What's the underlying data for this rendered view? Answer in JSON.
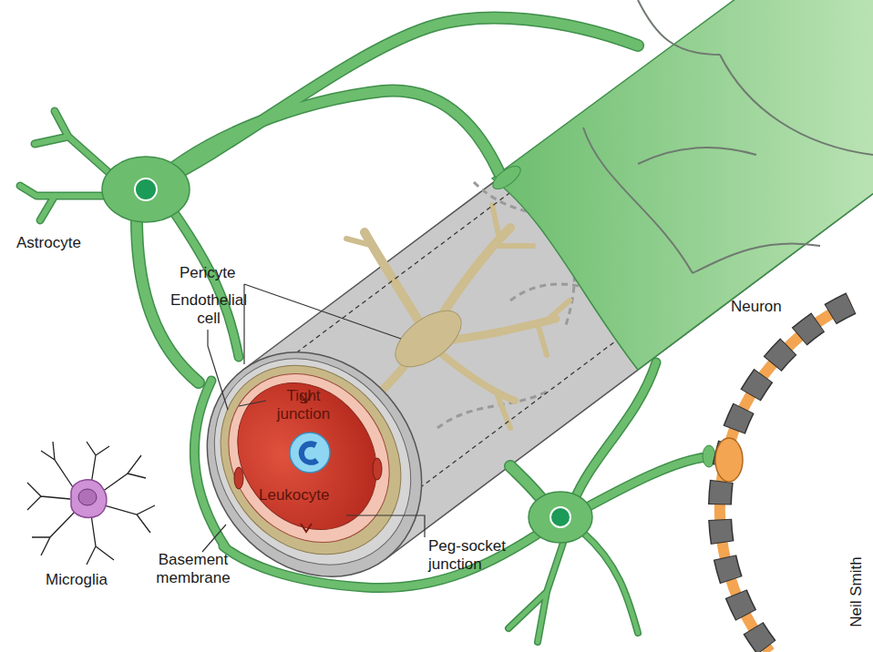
{
  "diagram": {
    "labels": [
      "Astrocyte",
      "Pericyte",
      "Endothelial cell",
      "Neuron",
      "Tight junction",
      "Leukocyte",
      "Microglia",
      "Basement membrane",
      "Peg-socket junction",
      "Neil Smith"
    ]
  }
}
